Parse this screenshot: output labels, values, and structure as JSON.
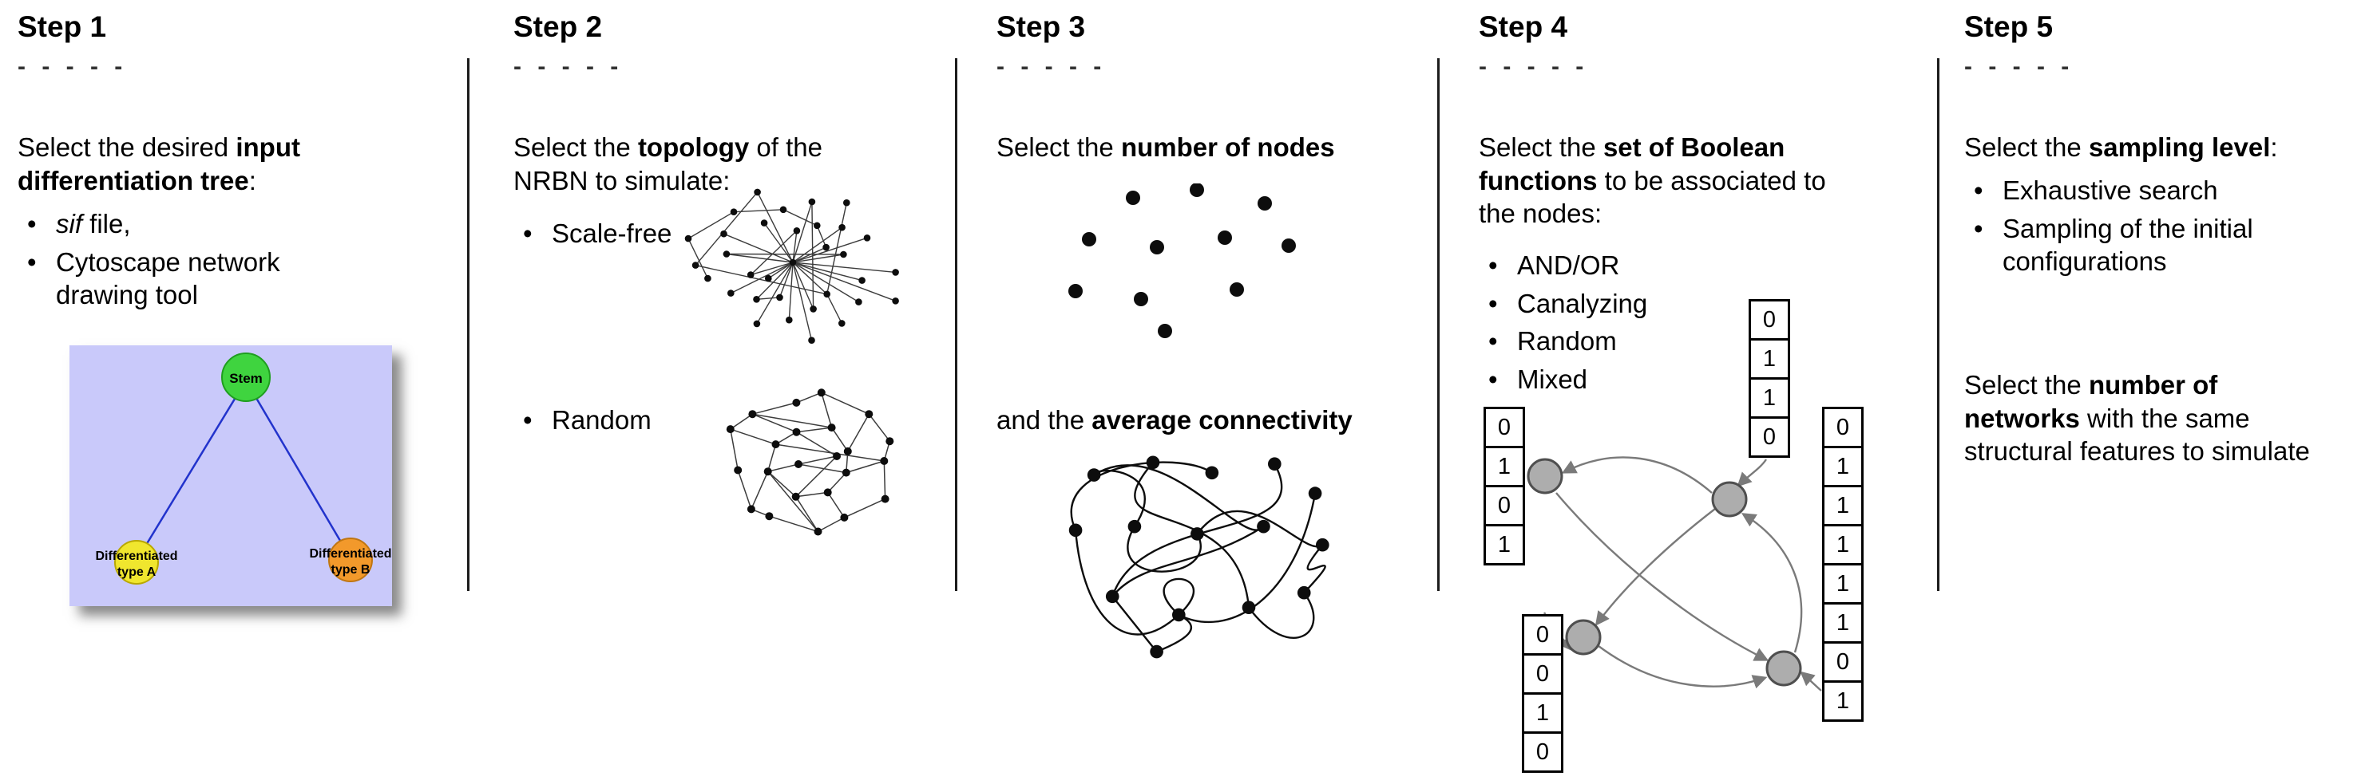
{
  "step1": {
    "title": "Step 1",
    "rule": "- - - - -",
    "intro": {
      "pre": "Select the desired ",
      "bold": "input differentiation tree",
      "post": ":"
    },
    "bullet1": {
      "italic": "sif",
      "rest": " file,"
    },
    "bullet2": "Cytoscape network drawing tool",
    "tree": {
      "stem": "Stem",
      "a1": "Differentiated",
      "a2": "type A",
      "b1": "Differentiated",
      "b2": "type B"
    }
  },
  "step2": {
    "title": "Step 2",
    "rule": "- - - - -",
    "intro": {
      "pre": "Select the ",
      "bold": "topology",
      "post": " of the NRBN to simulate:"
    },
    "bullets": [
      "Scale-free",
      "Random"
    ]
  },
  "step3": {
    "title": "Step 3",
    "rule": "- - - - -",
    "p1": {
      "pre": "Select the ",
      "bold": "number of nodes"
    },
    "p2": {
      "pre": "and the ",
      "bold": "average connectivity"
    }
  },
  "step4": {
    "title": "Step 4",
    "rule": "- - - - -",
    "intro": {
      "pre": "Select the ",
      "bold": "set of Boolean functions",
      "post": " to be associated to the nodes:"
    },
    "bullets": [
      "AND/OR",
      "Canalyzing",
      "Random",
      "Mixed"
    ],
    "tables": {
      "top": [
        "0",
        "1",
        "1",
        "0"
      ],
      "left": [
        "0",
        "1",
        "0",
        "1"
      ],
      "bottom_left": [
        "0",
        "0",
        "1",
        "0"
      ],
      "right": [
        "0",
        "1",
        "1",
        "1",
        "1",
        "1",
        "0",
        "1"
      ]
    }
  },
  "step5": {
    "title": "Step 5",
    "rule": "- - - - -",
    "intro": {
      "pre": "Select the ",
      "bold": "sampling level",
      "post": ":"
    },
    "bullets": [
      "Exhaustive search",
      "Sampling of the initial configurations"
    ],
    "p2": {
      "pre": "Select the ",
      "bold": "number of networks",
      "post": " with the same structural features to simulate"
    }
  },
  "colors": {
    "tree_bg": "#c9c9fa",
    "tree_link": "#2233cc",
    "stem_green": "#3fd43f",
    "type_a_yellow": "#f0e62e",
    "type_b_orange": "#f2992b",
    "node_gray": "#adadad",
    "arrow_gray": "#7a7a7a"
  }
}
